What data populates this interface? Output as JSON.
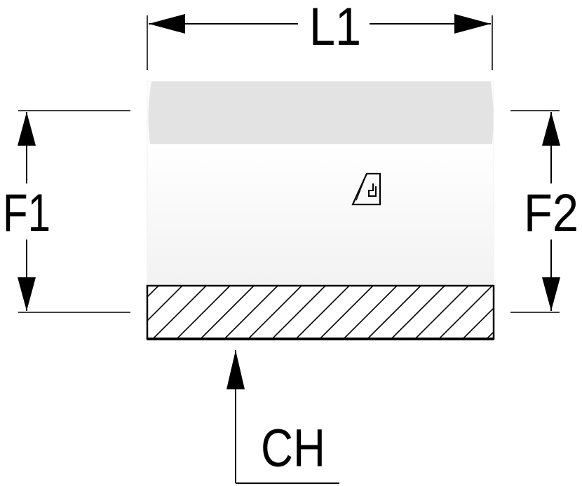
{
  "labels": {
    "length": "L1",
    "diameter_left": "F1",
    "diameter_right": "F2",
    "hex": "CH"
  },
  "colors": {
    "line": "#000000",
    "body_top": "#e6e6e6",
    "body_face": "#f7f7f7",
    "background": "#ffffff"
  },
  "icons": {
    "brand_mark": "logo-mark-icon"
  }
}
